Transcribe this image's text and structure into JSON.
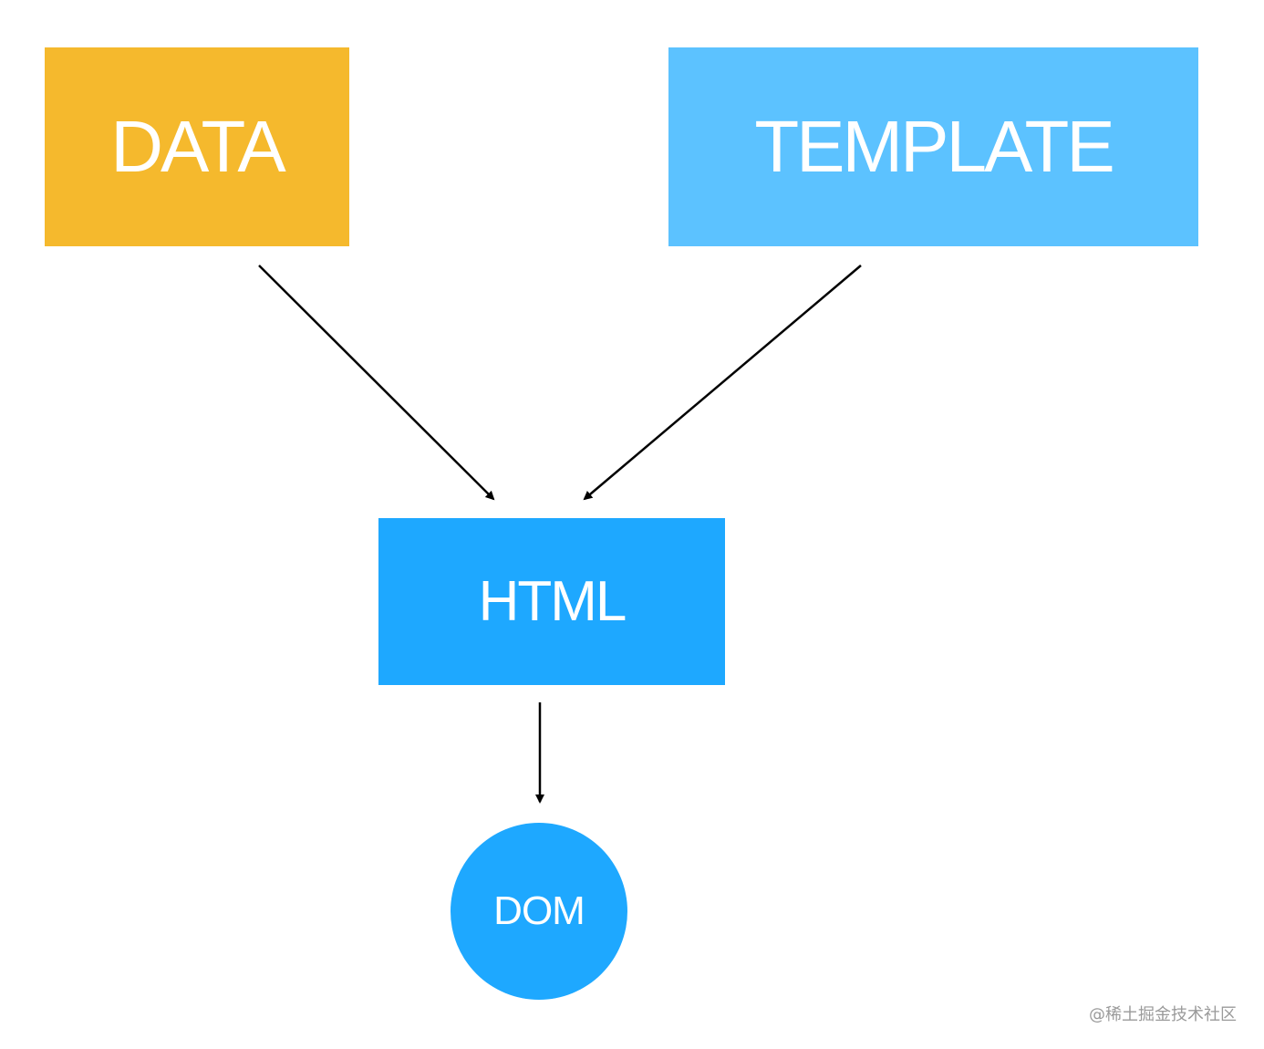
{
  "nodes": {
    "data": {
      "label": "DATA",
      "color": "#F5B92D"
    },
    "template": {
      "label": "TEMPLATE",
      "color": "#5CC2FF"
    },
    "html": {
      "label": "HTML",
      "color": "#1EA8FF"
    },
    "dom": {
      "label": "DOM",
      "color": "#1EA8FF"
    }
  },
  "edges": [
    {
      "from": "DATA",
      "to": "HTML"
    },
    {
      "from": "TEMPLATE",
      "to": "HTML"
    },
    {
      "from": "HTML",
      "to": "DOM"
    }
  ],
  "watermark": "@稀土掘金技术社区"
}
